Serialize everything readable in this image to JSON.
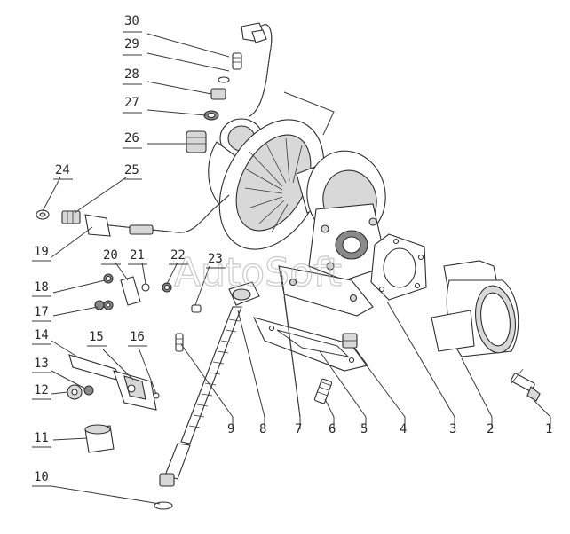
{
  "watermark": "AutoSoft",
  "callouts": [
    {
      "id": "1",
      "label": "1"
    },
    {
      "id": "2",
      "label": "2"
    },
    {
      "id": "3",
      "label": "3"
    },
    {
      "id": "4",
      "label": "4"
    },
    {
      "id": "5",
      "label": "5"
    },
    {
      "id": "6",
      "label": "6"
    },
    {
      "id": "7",
      "label": "7"
    },
    {
      "id": "8",
      "label": "8"
    },
    {
      "id": "9",
      "label": "9"
    },
    {
      "id": "10",
      "label": "10"
    },
    {
      "id": "11",
      "label": "11"
    },
    {
      "id": "12",
      "label": "12"
    },
    {
      "id": "13",
      "label": "13"
    },
    {
      "id": "14",
      "label": "14"
    },
    {
      "id": "15",
      "label": "15"
    },
    {
      "id": "16",
      "label": "16"
    },
    {
      "id": "17",
      "label": "17"
    },
    {
      "id": "18",
      "label": "18"
    },
    {
      "id": "19",
      "label": "19"
    },
    {
      "id": "20",
      "label": "20"
    },
    {
      "id": "21",
      "label": "21"
    },
    {
      "id": "22",
      "label": "22"
    },
    {
      "id": "23",
      "label": "23"
    },
    {
      "id": "24",
      "label": "24"
    },
    {
      "id": "25",
      "label": "25"
    },
    {
      "id": "26",
      "label": "26"
    },
    {
      "id": "27",
      "label": "27"
    },
    {
      "id": "28",
      "label": "28"
    },
    {
      "id": "29",
      "label": "29"
    },
    {
      "id": "30",
      "label": "30"
    }
  ]
}
